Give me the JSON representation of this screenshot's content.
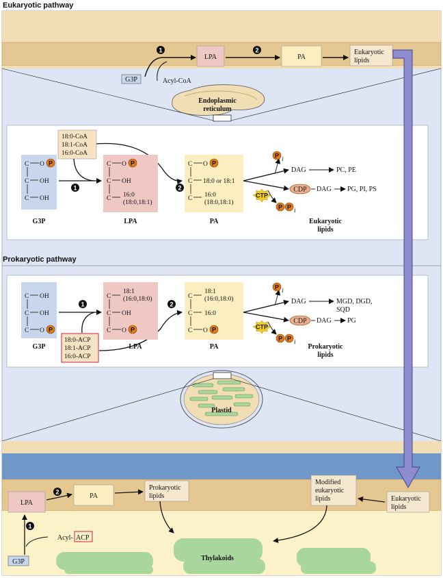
{
  "sections": {
    "eukaryotic_title": "Eukaryotic pathway",
    "prokaryotic_title": "Prokaryotic pathway"
  },
  "step_numbers": {
    "one": "1",
    "two": "2"
  },
  "phosphate": "P",
  "er_top": {
    "lpa": "LPA",
    "pa": "PA",
    "euk_lipids_1": "Eukaryotic",
    "euk_lipids_2": "lipids",
    "g3p": "G3P",
    "acyl_coa": "Acyl-CoA",
    "er_label_1": "Endoplasmic",
    "er_label_2": "reticulum"
  },
  "euk_detail": {
    "coa_1": "18:0-CoA",
    "coa_2": "18:1-CoA",
    "coa_3": "16:0-CoA",
    "c": "C",
    "oh": "OH",
    "lpa_chain_1": "16:0",
    "lpa_chain_2": "(18:0,18:1)",
    "pa_chain_top": "18:0 or 18:1",
    "pa_chain_bot_1": "16:0",
    "pa_chain_bot_2": "(18:0,18:1)",
    "g3p": "G3P",
    "lpa": "LPA",
    "pa": "PA",
    "pi_sub": "i",
    "dag": "DAG",
    "dag_products": "PC, PE",
    "cdp": "CDP",
    "cdp_products": "PG, PI, PS",
    "ctp": "CTP",
    "lipids_1": "Eukaryotic",
    "lipids_2": "lipids"
  },
  "prok_detail": {
    "lpa_chain_1": "18:1",
    "lpa_chain_2": "(16:0,18:0)",
    "pa_chain_top_1": "18:1",
    "pa_chain_top_2": "(16:0,18:0)",
    "pa_chain_bot": "16:0",
    "acp_1": "18:0-ACP",
    "acp_2": "18:1-ACP",
    "acp_3": "16:0-ACP",
    "dag_products_1": "MGD, DGD,",
    "dag_products_2": "SQD",
    "cdp_products": "PG",
    "lipids_1": "Prokaryotic",
    "lipids_2": "lipids"
  },
  "plastid": {
    "label": "Plastid",
    "lpa": "LPA",
    "pa": "PA",
    "prok_lipids_1": "Prokaryotic",
    "prok_lipids_2": "lipids",
    "modified_1": "Modified",
    "modified_2": "eukaryotic",
    "modified_3": "lipids",
    "euk_lipids_1": "Eukaryotic",
    "euk_lipids_2": "lipids",
    "acyl": "Acyl-",
    "acp": "ACP",
    "g3p": "G3P",
    "thylakoids": "Thylakoids"
  },
  "colors": {
    "membrane": "#f1deb4",
    "membrane_band": "#e5c891",
    "pale_blue": "#dee6f6",
    "stroma": "#fbf2c9",
    "g3p_box": "#c9d7ee",
    "lpa_box": "#efc8c4",
    "pa_box": "#fbefc2",
    "coa_box": "#f5e3c3",
    "thylakoid": "#a9d69c",
    "arrow_purple": "#8c8ccf",
    "phosphate": "#e07b1a",
    "ctp": "#f4cf1c",
    "cdp": "#efb08f",
    "acp_red": "#d02040",
    "outer_blue": "#6f98c8"
  }
}
